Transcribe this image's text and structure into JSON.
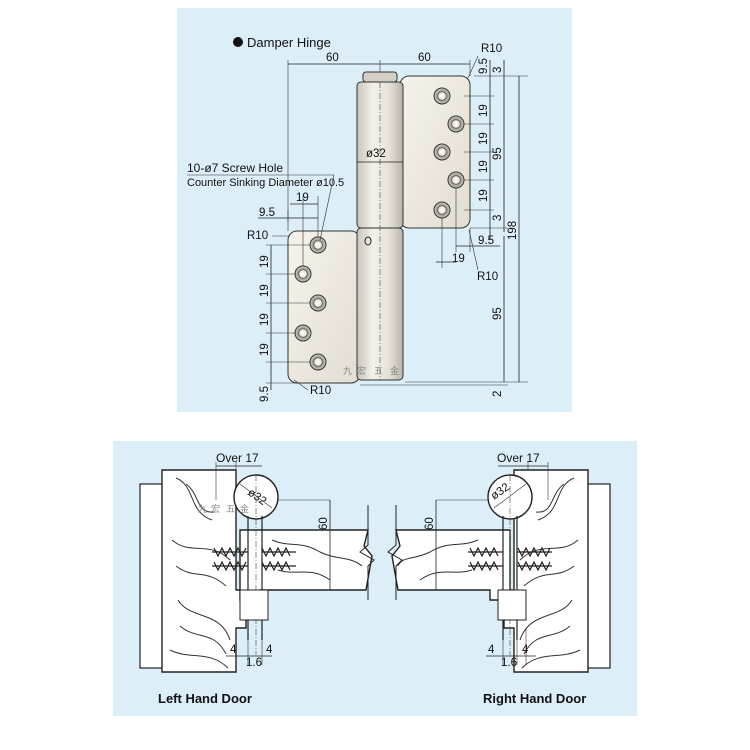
{
  "top": {
    "title": "Damper Hinge",
    "screw_hole_label": "10-ø7 Screw Hole",
    "countersink_label": "Counter Sinking Diameter ø10.5",
    "dims": {
      "width_left": "60",
      "width_right": "60",
      "radius_top": "R10",
      "top_edge_9_5": "9.5",
      "top_3": "3",
      "pitch_1": "19",
      "pitch_2": "19",
      "pitch_3": "19",
      "pitch_4": "19",
      "upper_95": "95",
      "mid_3": "3",
      "total_198": "198",
      "diameter": "ø32",
      "left_9_5": "9.5",
      "left_19": "19",
      "radius_left": "R10",
      "right_9_5": "9.5",
      "right_19": "19",
      "radius_right": "R10",
      "lower_pitch_1": "19",
      "lower_pitch_2": "19",
      "lower_pitch_3": "19",
      "lower_pitch_4": "19",
      "lower_95": "95",
      "bottom_9_5": "9.5",
      "radius_bottom": "R10",
      "bottom_2": "2"
    }
  },
  "bottom": {
    "left": {
      "caption": "Left Hand Door",
      "over": "Over 17",
      "diameter": "ø32",
      "depth": "60",
      "gap_a": "4",
      "gap_b": "4",
      "gap_c": "1.6"
    },
    "right": {
      "caption": "Right Hand Door",
      "over": "Over 17",
      "diameter": "ø32",
      "depth": "60",
      "gap_a": "4",
      "gap_b": "4",
      "gap_c": "1.6"
    }
  },
  "watermark": {
    "chars": [
      "九",
      "宏",
      "五",
      "金"
    ]
  }
}
